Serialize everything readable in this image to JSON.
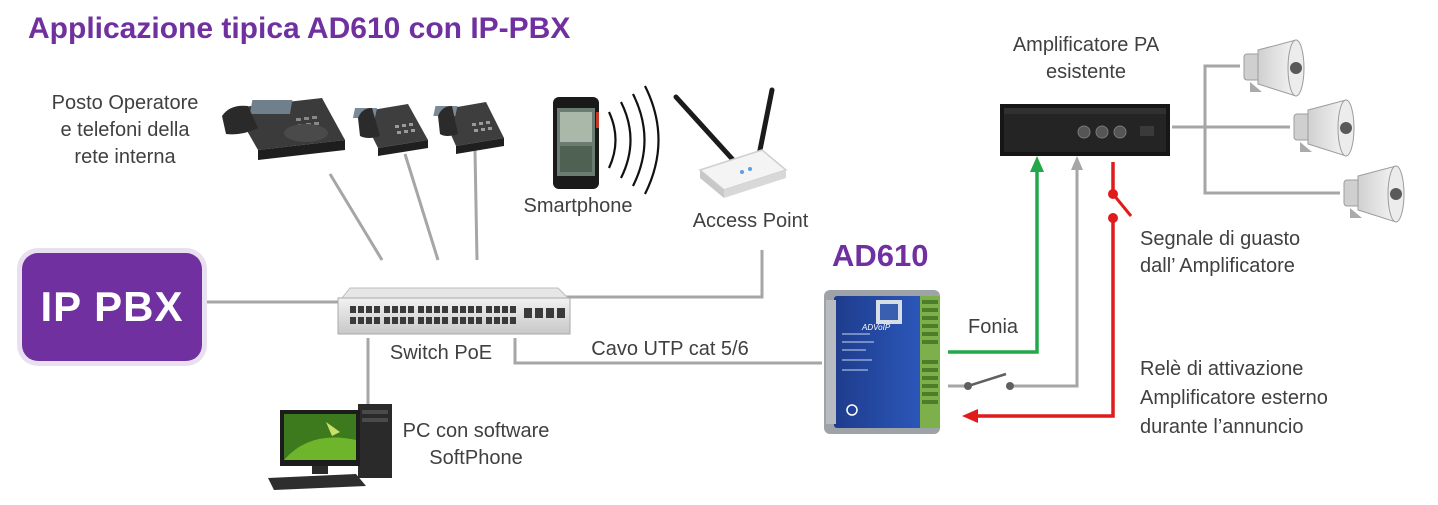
{
  "title": "Applicazione tipica AD610 con IP-PBX",
  "nodes": {
    "ip_pbx": "IP PBX",
    "ad610": "AD610",
    "switch": "Switch PoE",
    "phones": [
      "Posto Operatore",
      "e telefoni della",
      "rete interna"
    ],
    "smartphone": "Smartphone",
    "access_point": "Access Point",
    "pc": [
      "PC con software",
      "SoftPhone"
    ],
    "amplifier": [
      "Amplificatore PA",
      "esistente"
    ]
  },
  "links": {
    "cable": "Cavo UTP cat 5/6",
    "audio": "Fonia",
    "fault": [
      "Segnale di guasto",
      "dall’ Amplificatore"
    ],
    "relay": [
      "Relè di attivazione",
      "Amplificatore esterno",
      "durante l’annuncio"
    ]
  },
  "device_text": {
    "ad610_brand": "ADVoIP"
  },
  "colors": {
    "accent": "#7030a0",
    "line": "#a6a6a6",
    "audio": "#22a84a",
    "fault": "#e01b1b"
  }
}
